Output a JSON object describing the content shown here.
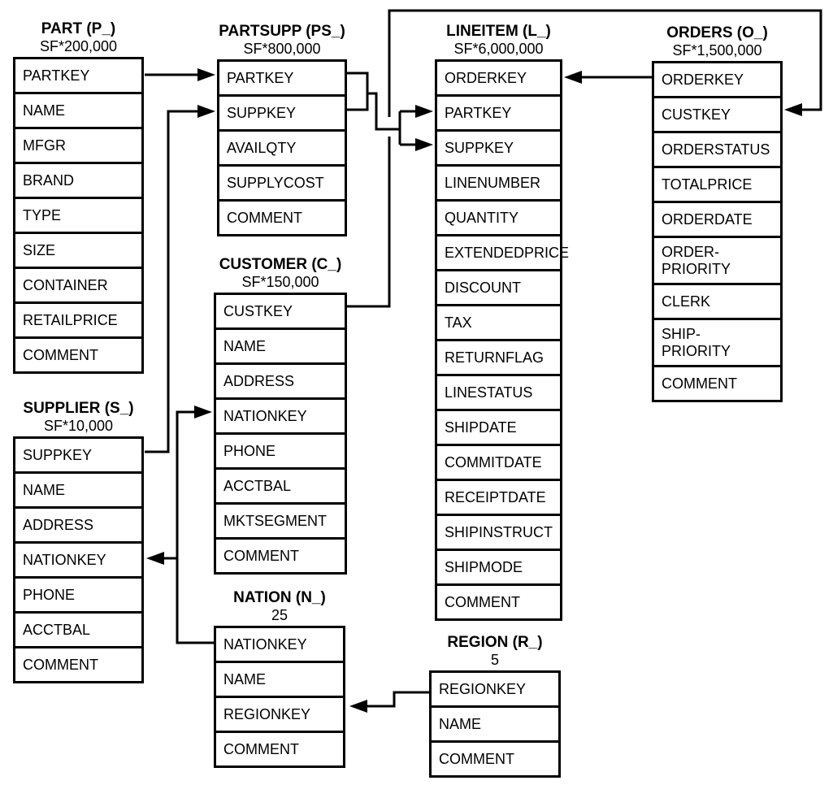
{
  "colors": {
    "line": "#000000",
    "text": "#000000",
    "background": "#ffffff"
  },
  "tables": [
    {
      "key": "part",
      "title": "PART (P_)",
      "cardinality": "SF*200,000",
      "columns": [
        "PARTKEY",
        "NAME",
        "MFGR",
        "BRAND",
        "TYPE",
        "SIZE",
        "CONTAINER",
        "RETAILPRICE",
        "COMMENT"
      ]
    },
    {
      "key": "partsupp",
      "title": "PARTSUPP (PS_)",
      "cardinality": "SF*800,000",
      "columns": [
        "PARTKEY",
        "SUPPKEY",
        "AVAILQTY",
        "SUPPLYCOST",
        "COMMENT"
      ]
    },
    {
      "key": "lineitem",
      "title": "LINEITEM (L_)",
      "cardinality": "SF*6,000,000",
      "columns": [
        "ORDERKEY",
        "PARTKEY",
        "SUPPKEY",
        "LINENUMBER",
        "QUANTITY",
        "EXTENDEDPRICE",
        "DISCOUNT",
        "TAX",
        "RETURNFLAG",
        "LINESTATUS",
        "SHIPDATE",
        "COMMITDATE",
        "RECEIPTDATE",
        "SHIPINSTRUCT",
        "SHIPMODE",
        "COMMENT"
      ]
    },
    {
      "key": "orders",
      "title": "ORDERS (O_)",
      "cardinality": "SF*1,500,000",
      "columns": [
        "ORDERKEY",
        "CUSTKEY",
        "ORDERSTATUS",
        "TOTALPRICE",
        "ORDERDATE",
        "ORDER-\nPRIORITY",
        "CLERK",
        "SHIP-\nPRIORITY",
        "COMMENT"
      ]
    },
    {
      "key": "customer",
      "title": "CUSTOMER (C_)",
      "cardinality": "SF*150,000",
      "columns": [
        "CUSTKEY",
        "NAME",
        "ADDRESS",
        "NATIONKEY",
        "PHONE",
        "ACCTBAL",
        "MKTSEGMENT",
        "COMMENT"
      ]
    },
    {
      "key": "supplier",
      "title": "SUPPLIER (S_)",
      "cardinality": "SF*10,000",
      "columns": [
        "SUPPKEY",
        "NAME",
        "ADDRESS",
        "NATIONKEY",
        "PHONE",
        "ACCTBAL",
        "COMMENT"
      ]
    },
    {
      "key": "nation",
      "title": "NATION (N_)",
      "cardinality": "25",
      "columns": [
        "NATIONKEY",
        "NAME",
        "REGIONKEY",
        "COMMENT"
      ]
    },
    {
      "key": "region",
      "title": "REGION (R_)",
      "cardinality": "5",
      "columns": [
        "REGIONKEY",
        "NAME",
        "COMMENT"
      ]
    }
  ],
  "relationships": [
    {
      "from": "PART.PARTKEY",
      "to": "PARTSUPP.PARTKEY"
    },
    {
      "from": "SUPPLIER.SUPPKEY",
      "to": "PARTSUPP.SUPPKEY"
    },
    {
      "from": "PARTSUPP.PARTKEY",
      "to": "LINEITEM.PARTKEY"
    },
    {
      "from": "PARTSUPP.SUPPKEY",
      "to": "LINEITEM.SUPPKEY"
    },
    {
      "from": "ORDERS.ORDERKEY",
      "to": "LINEITEM.ORDERKEY"
    },
    {
      "from": "CUSTOMER.CUSTKEY",
      "to": "ORDERS.CUSTKEY"
    },
    {
      "from": "NATION.NATIONKEY",
      "to": "CUSTOMER.NATIONKEY"
    },
    {
      "from": "NATION.NATIONKEY",
      "to": "SUPPLIER.NATIONKEY"
    },
    {
      "from": "REGION.REGIONKEY",
      "to": "NATION.REGIONKEY"
    }
  ]
}
